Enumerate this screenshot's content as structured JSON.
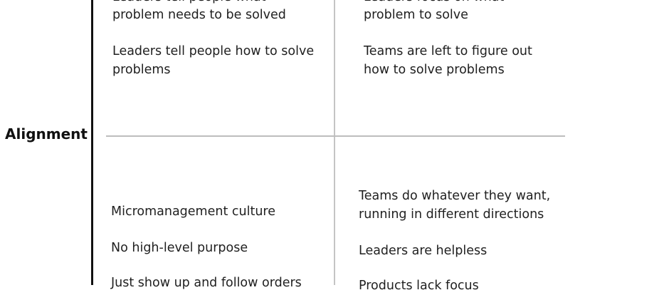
{
  "axis": {
    "y_label": "Alignment"
  },
  "quadrants": {
    "top_left": [
      "Leaders tell people what",
      "problem needs to be solved",
      "Leaders tell people how to solve",
      "problems"
    ],
    "top_right": [
      "Leaders focus on what",
      "problem to solve",
      "Teams are left to figure out",
      "how to solve problems"
    ],
    "bottom_left": [
      "Micromanagement culture",
      "No high-level purpose",
      "Just show up and follow orders"
    ],
    "bottom_right": [
      "Teams do whatever they want,",
      "running in different directions",
      "Leaders are helpless",
      "Products lack focus"
    ]
  }
}
